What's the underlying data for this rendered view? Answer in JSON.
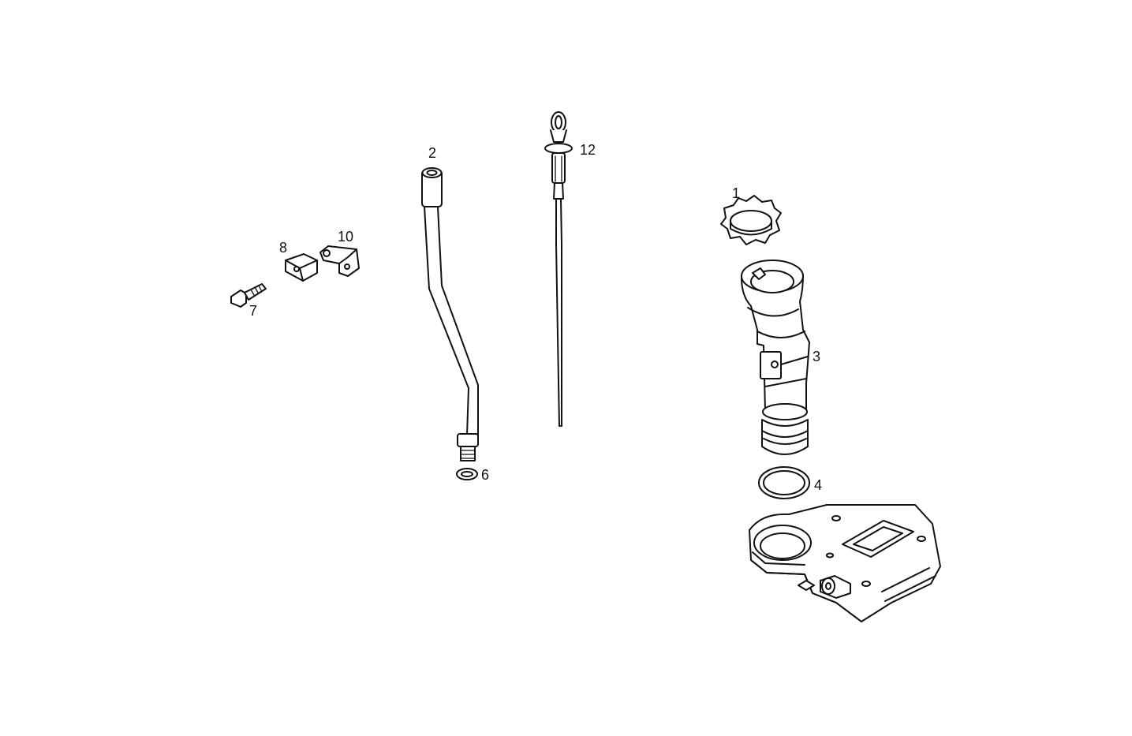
{
  "callouts": {
    "p1": "1",
    "p2": "2",
    "p3": "3",
    "p4": "4",
    "p6": "6",
    "p7": "7",
    "p8": "8",
    "p10": "10",
    "p12": "12"
  }
}
